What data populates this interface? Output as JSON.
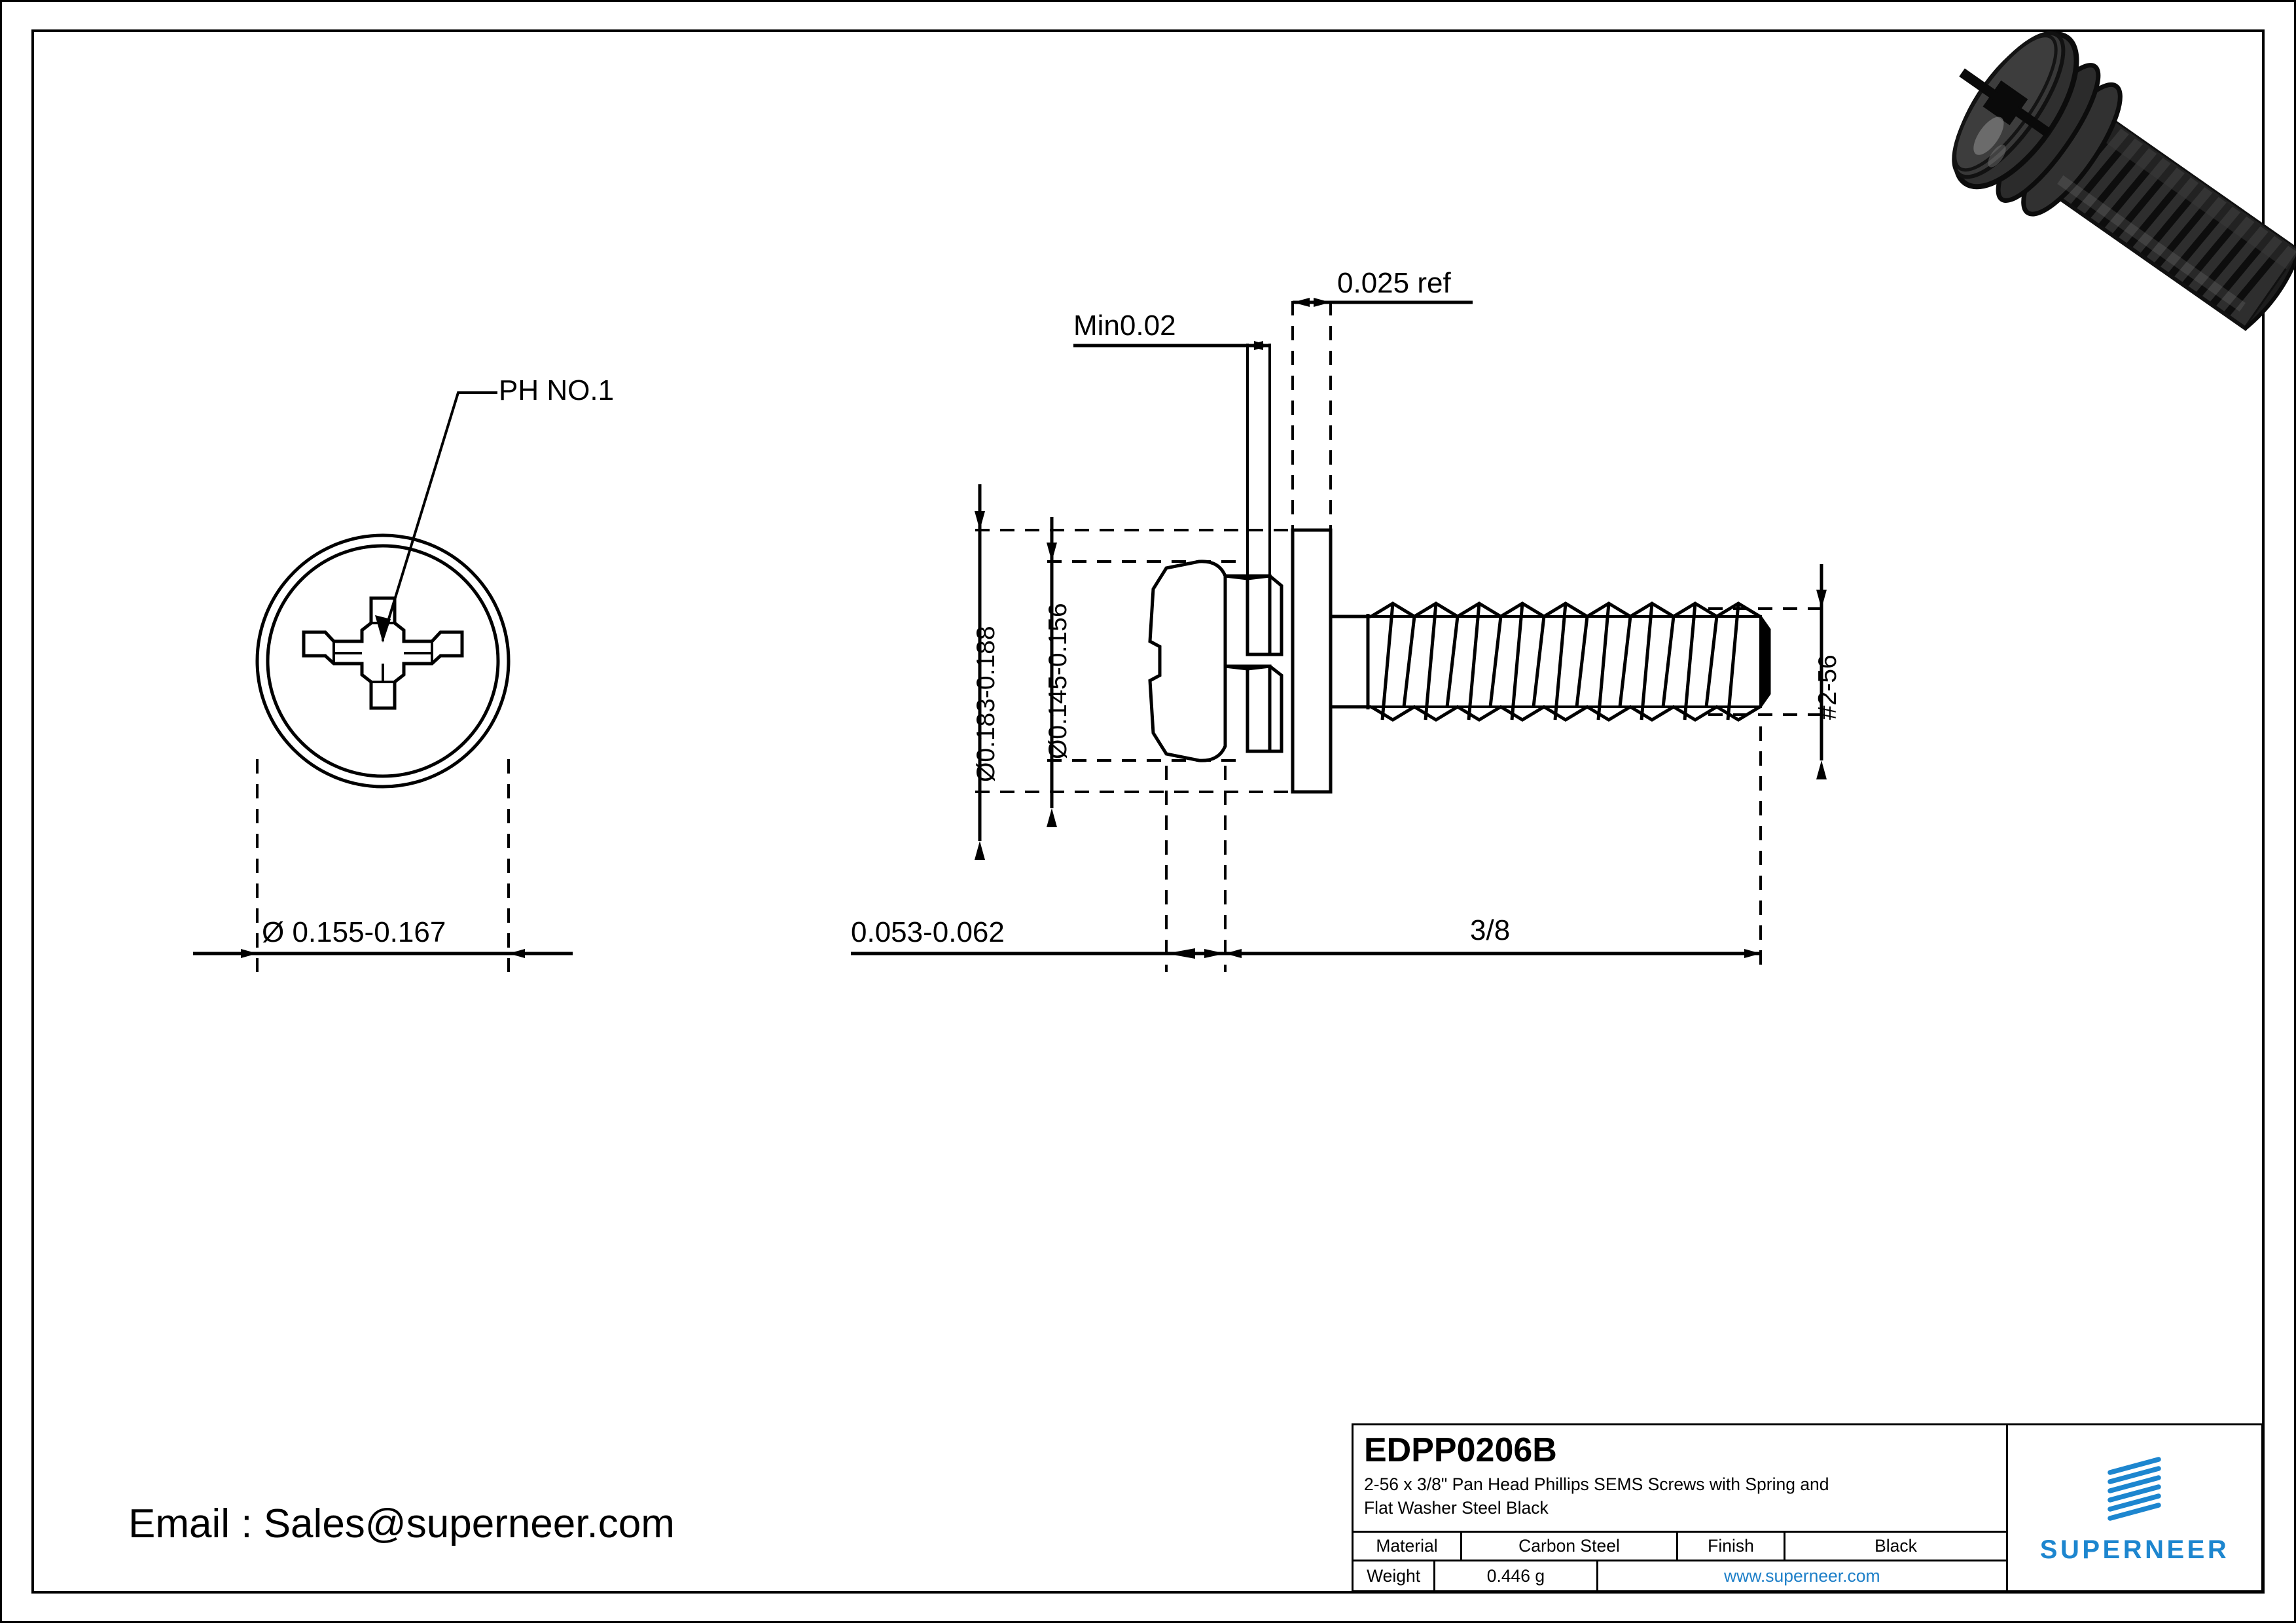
{
  "drawing": {
    "type": "engineering-drawing",
    "part_code": "EDPP0206B",
    "description_line1": "2-56 x 3/8\" Pan Head Phillips SEMS Screws with Spring and",
    "description_line2": "Flat Washer Steel Black",
    "email": "Email : Sales@superneer.com"
  },
  "title_block": {
    "material_label": "Material",
    "material_value": "Carbon Steel",
    "finish_label": "Finish",
    "finish_value": "Black",
    "weight_label": "Weight",
    "weight_value": "0.446 g",
    "website": "www.superneer.com",
    "brand": "SUPERNEER",
    "brand_color": "#1d86cf",
    "link_color": "#1d7fc8"
  },
  "front_view": {
    "recess_callout": "PH NO.1",
    "head_diameter": "Ø 0.155-0.167"
  },
  "side_view": {
    "washer_thickness_ref": "0.025 ref",
    "spring_washer_min": "Min0.02",
    "flat_washer_diameter": "Ø0.183-0.188",
    "head_diameter": "Ø0.145-0.156",
    "head_height": "0.053-0.062",
    "thread_length": "3/8",
    "thread_spec": "#2-56"
  }
}
